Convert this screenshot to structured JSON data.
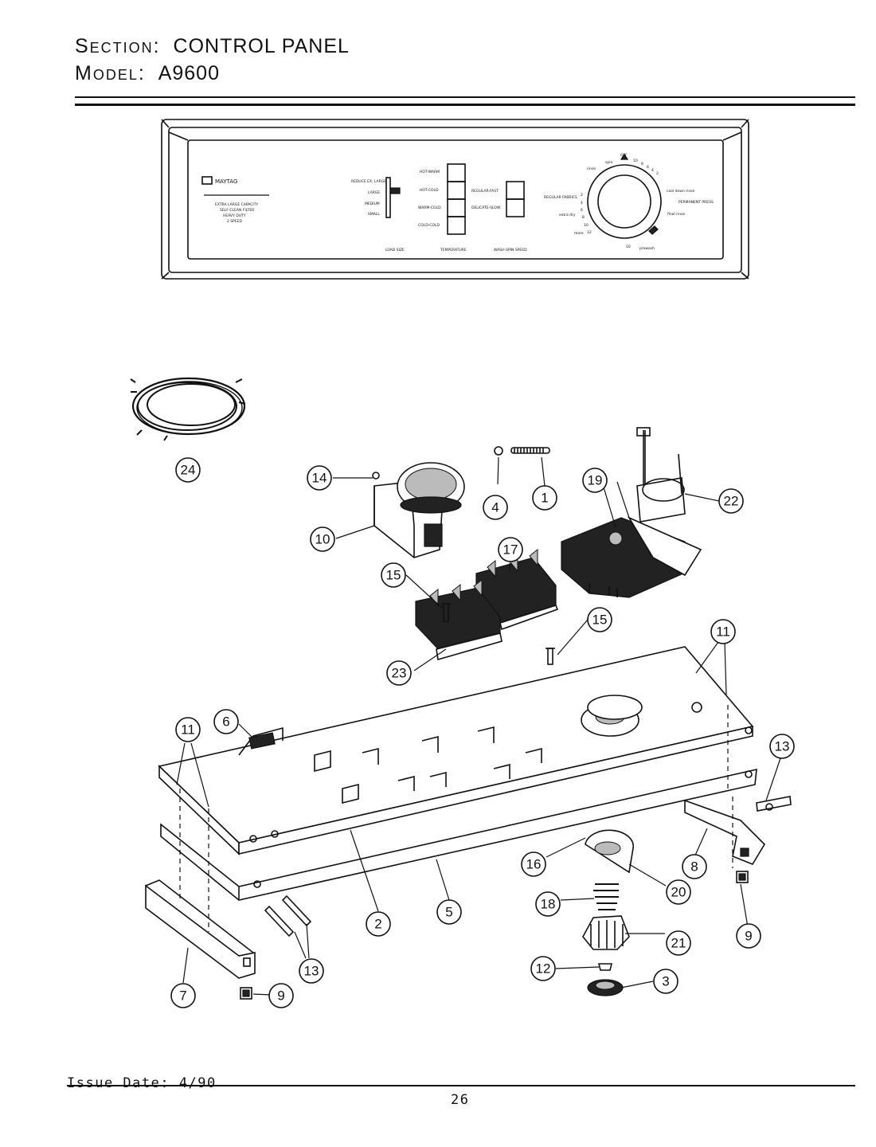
{
  "header": {
    "section_label": "Section:",
    "section_value": "CONTROL PANEL",
    "model_label": "Model:",
    "model_value": "A9600"
  },
  "panel": {
    "brand": "MAYTAG",
    "capacity_lines": [
      "EXTRA LARGE CAPACITY",
      "SELF-CLEAN FILTER",
      "HEAVY DUTY",
      "2 SPEED"
    ],
    "load_sizes": [
      "REDUCE EX. LARGE",
      "LARGE",
      "MEDIUM",
      "SMALL"
    ],
    "temperatures": [
      "HOT-WARM",
      "HOT-COLD",
      "WARM-COLD",
      "COLD-COLD"
    ],
    "speeds": [
      "REGULAR-FAST",
      "DELICATE-SLOW"
    ],
    "section_titles": [
      "LOAD SIZE",
      "TEMPERATURE",
      "WASH-SPIN SPEED"
    ],
    "cycle_labels": [
      "REGULAR FABRICS",
      "PERMANENT PRESS"
    ],
    "dial_numbers": [
      "2",
      "4",
      "6",
      "8",
      "10",
      "12",
      "10",
      "OFF",
      "10",
      "8",
      "6",
      "4",
      "2"
    ],
    "dial_minor_labels": [
      "rinse",
      "spin",
      "cool down rinse",
      "final rinse",
      "extra dry",
      "more",
      "prewash"
    ]
  },
  "callouts": [
    "1",
    "2",
    "3",
    "4",
    "5",
    "6",
    "7",
    "8",
    "9",
    "9",
    "10",
    "11",
    "11",
    "12",
    "13",
    "13",
    "14",
    "15",
    "15",
    "16",
    "17",
    "18",
    "19",
    "20",
    "21",
    "22",
    "23",
    "24"
  ],
  "footer": {
    "issue_date": "Issue Date: 4/90",
    "page_number": "26"
  }
}
